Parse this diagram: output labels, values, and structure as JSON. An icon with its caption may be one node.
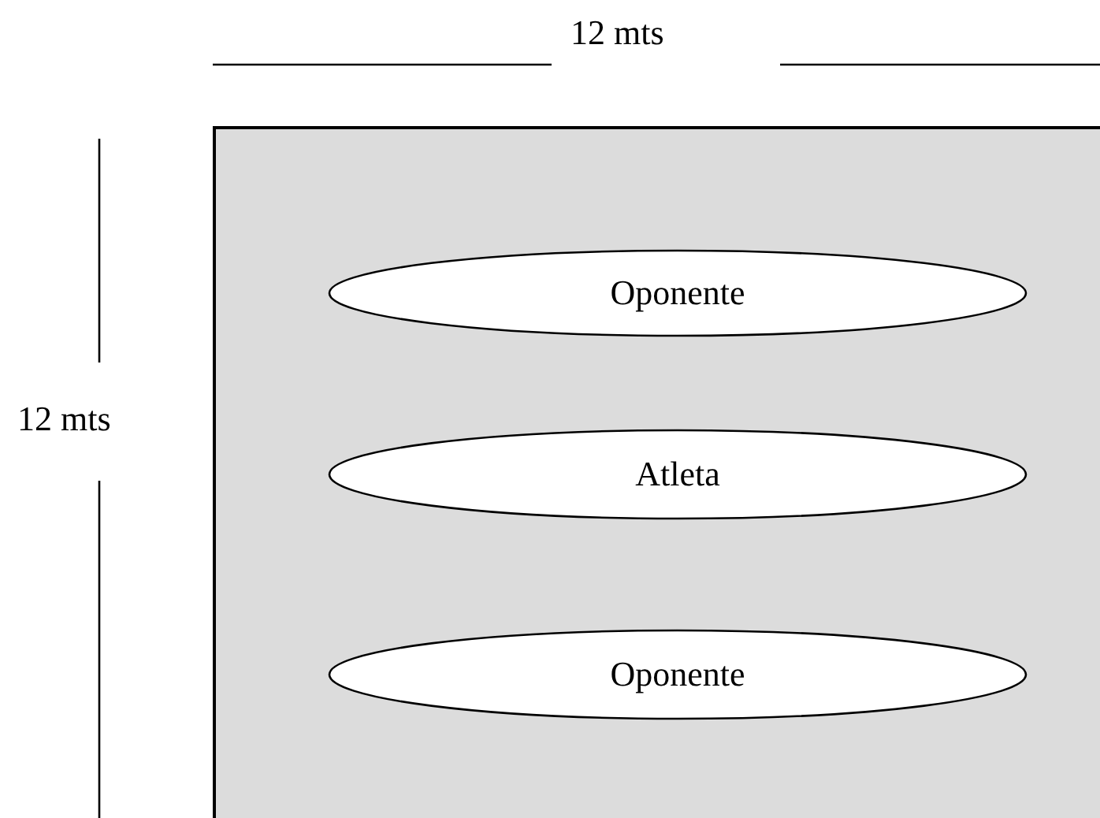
{
  "diagram": {
    "nodes": [
      {
        "text": [],
        "shape": "box"
      },
      {
        "text": [
          "Oponente"
        ],
        "in": 0
      },
      {
        "text": [
          "Atleta"
        ],
        "in": 0
      },
      {
        "text": [
          "Oponente"
        ],
        "in": 0
      }
    ],
    "labels": [
      "12 mts",
      "12 mts"
    ]
  }
}
